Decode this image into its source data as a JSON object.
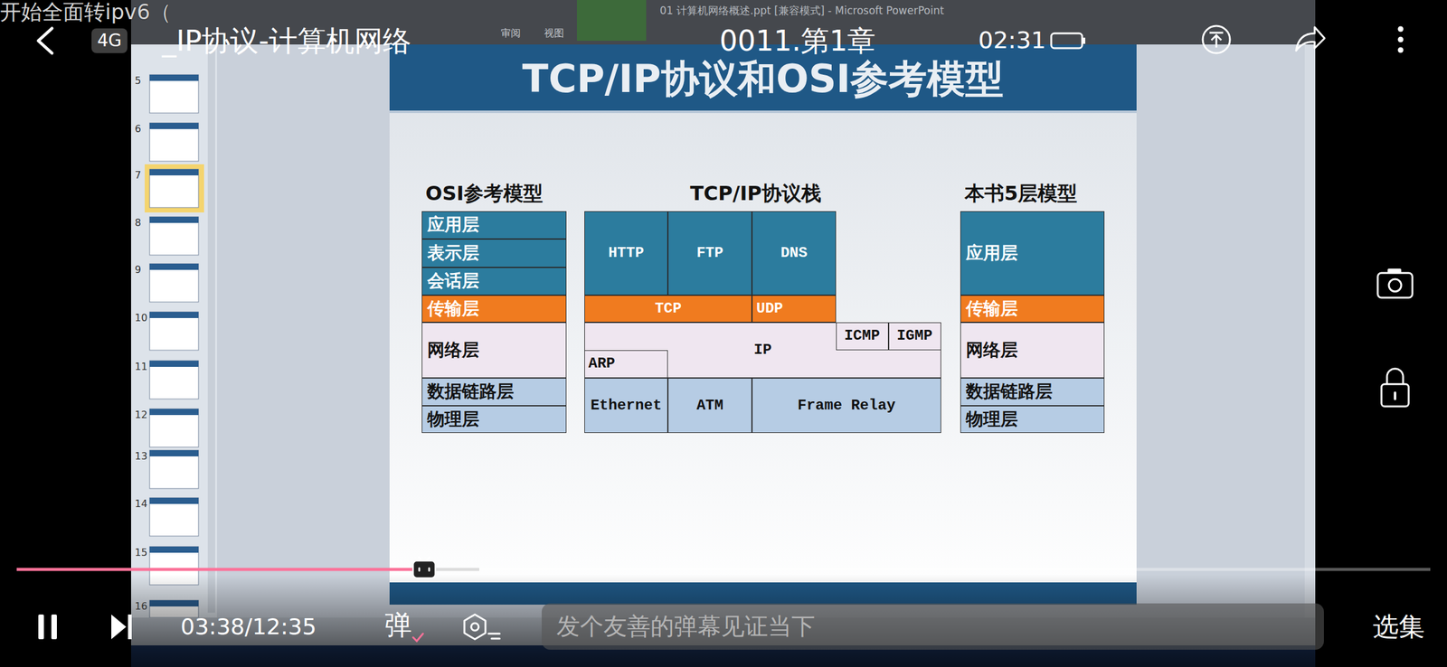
{
  "diagram": {
    "title": "TCP/IP协议和OSI参考模型",
    "nodes": [
      {
        "text": [
          "应用层"
        ]
      },
      {
        "text": [
          "表示层"
        ]
      },
      {
        "text": [
          "会话层"
        ]
      },
      {
        "text": [
          "传输层"
        ]
      },
      {
        "text": [
          "网络层"
        ]
      },
      {
        "text": [
          "数据链路层"
        ]
      },
      {
        "text": [
          "物理层"
        ]
      },
      {
        "text": [
          "HTTP"
        ]
      },
      {
        "text": [
          "FTP"
        ]
      },
      {
        "text": [
          "DNS"
        ]
      },
      {
        "text": [
          "TCP"
        ]
      },
      {
        "text": [
          "UDP"
        ]
      },
      {
        "text": [
          "IP"
        ]
      },
      {
        "text": [
          "ICMP"
        ],
        "in": 12
      },
      {
        "text": [
          "IGMP"
        ],
        "in": 12
      },
      {
        "text": [
          "ARP"
        ],
        "in": 12
      },
      {
        "text": [
          "Ethernet"
        ]
      },
      {
        "text": [
          "ATM"
        ]
      },
      {
        "text": [
          "Frame Relay"
        ]
      },
      {
        "text": [
          "应用层"
        ]
      },
      {
        "text": [
          "传输层"
        ]
      },
      {
        "text": [
          "网络层"
        ]
      },
      {
        "text": [
          "数据链路层"
        ]
      },
      {
        "text": [
          "物理层"
        ]
      },
      {
        "text": [
          "4G"
        ]
      },
      {
        "text": [
          "发个友善的弹幕见证当下"
        ]
      }
    ],
    "labels": [
      "开始全面转ipv6（",
      "_IP协议-计算机网络",
      "0011.第1章",
      "02:31",
      "01 计算机网络概述.ppt [兼容模式] - Microsoft PowerPoint",
      "审阅",
      "视图",
      "OSI参考模型",
      "TCP/IP协议栈",
      "本书5层模型",
      "5",
      "6",
      "7",
      "8",
      "9",
      "10",
      "11",
      "12",
      "13",
      "14",
      "15",
      "16",
      "03:38/12:35",
      "弹",
      "选集"
    ]
  }
}
